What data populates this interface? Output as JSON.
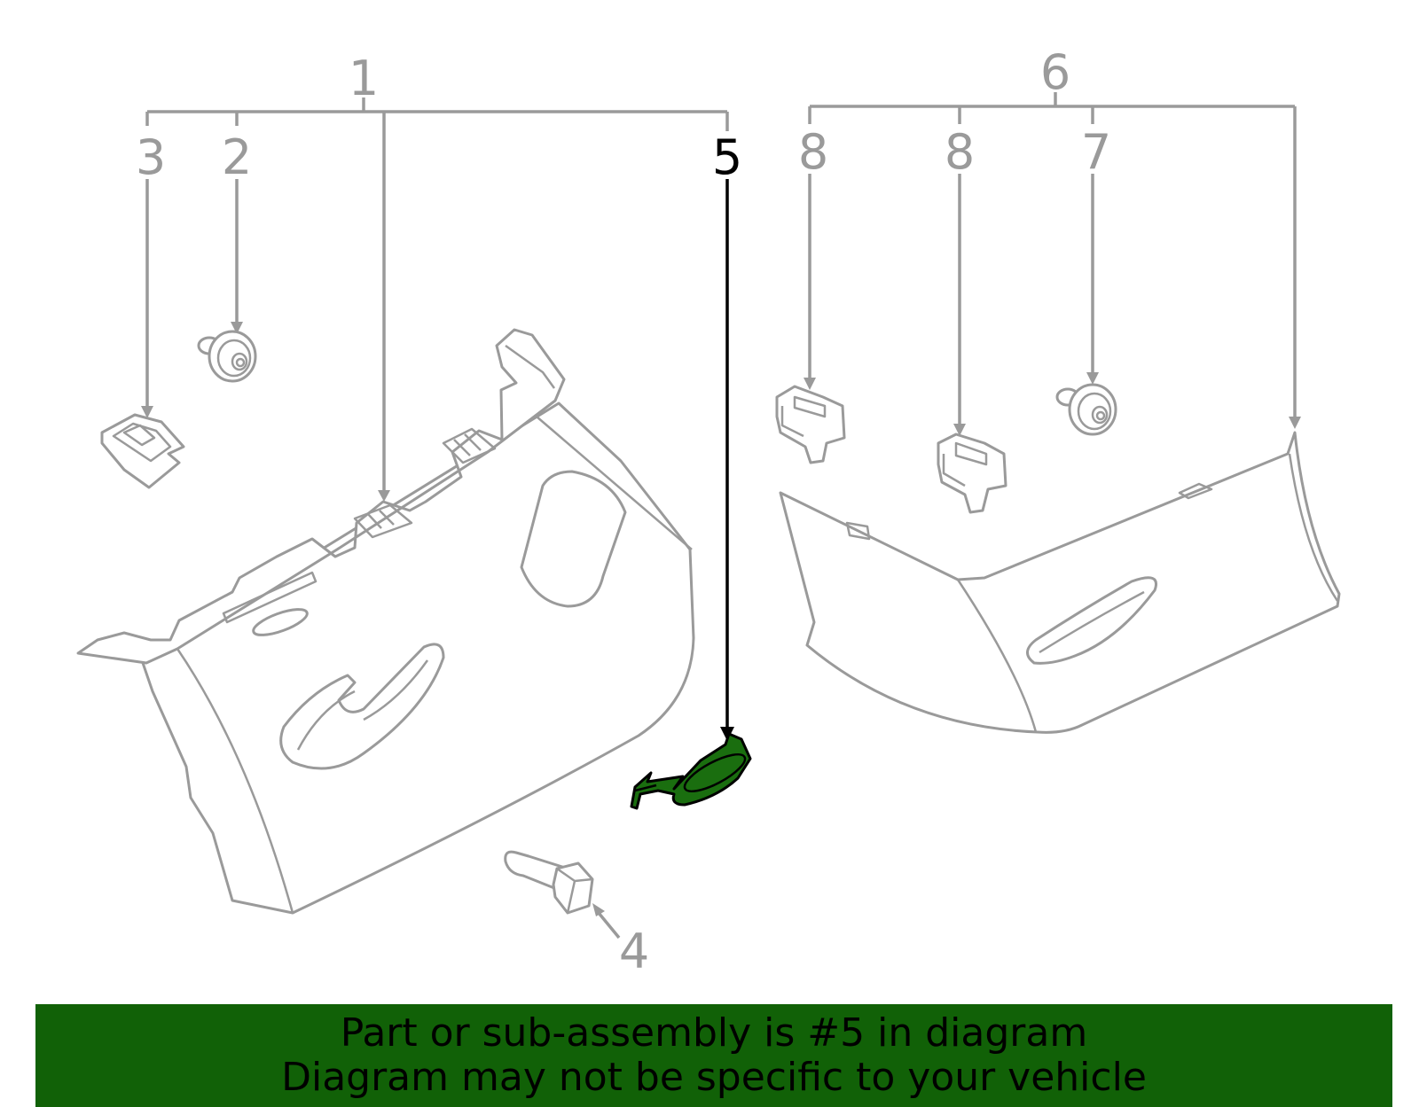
{
  "callouts": {
    "c1": "1",
    "c2": "2",
    "c3": "3",
    "c4": "4",
    "c5": "5",
    "c6": "6",
    "c7": "7",
    "c8a": "8",
    "c8b": "8"
  },
  "highlight_color": "#116107",
  "banner": {
    "line1": "Part or sub-assembly is #5 in diagram",
    "line2": "Diagram may not be specific to your vehicle"
  }
}
